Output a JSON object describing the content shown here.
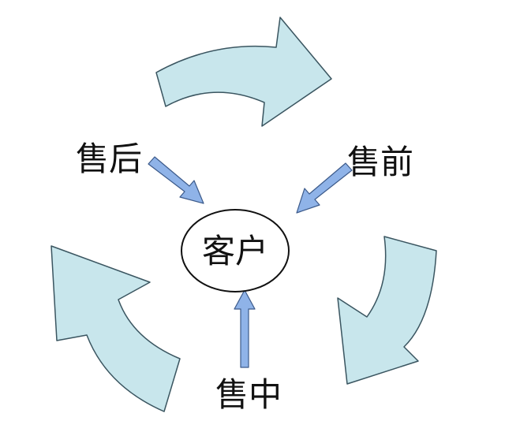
{
  "diagram": {
    "center": "客户",
    "stages": {
      "pre_sale": "售前",
      "in_sale": "售中",
      "after_sale": "售后"
    },
    "colors": {
      "big_arrow_fill": "#c8e6ec",
      "big_arrow_stroke": "#3a5560",
      "small_arrow_fill": "#8fb3e8",
      "small_arrow_stroke": "#3c5a8a"
    }
  }
}
